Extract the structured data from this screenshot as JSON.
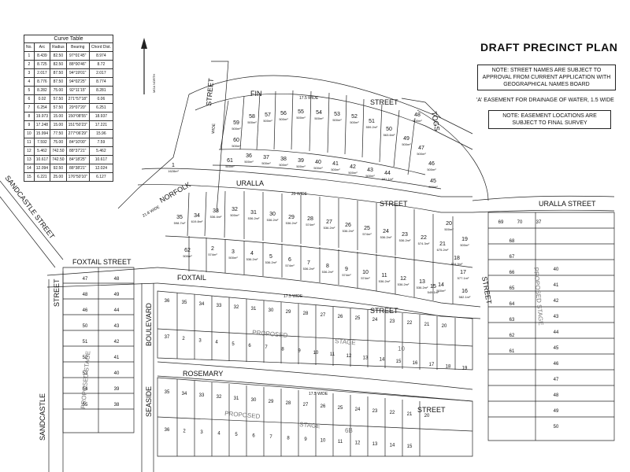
{
  "title": "DRAFT PRECINCT PLAN",
  "north": "MGA NORTH",
  "notes": {
    "street_names": "NOTE: STREET NAMES ARE SUBJECT TO APPROVAL FROM CURRENT APPLICATION WITH GEOGRAPHICAL NAMES BOARD",
    "easement": "'A'   EASEMENT FOR DRAINAGE OF WATER, 1.5 WIDE",
    "easement_locations": "NOTE: EASEMENT LOCATIONS ARE SUBJECT TO FINAL SURVEY"
  },
  "curve_table": {
    "title": "Curve Table",
    "headers": [
      "No.",
      "Arc",
      "Radius",
      "Bearing",
      "Chord Dist."
    ],
    "rows": [
      [
        "1",
        "8.439",
        "82.50",
        "97°01'45\"",
        "8.974"
      ],
      [
        "2",
        "8.725",
        "82.50",
        "88°00'46\"",
        "8.72"
      ],
      [
        "3",
        "2.017",
        "87.50",
        "94°19'01\"",
        "2.017"
      ],
      [
        "4",
        "8.776",
        "87.50",
        "94°02'25\"",
        "8.774"
      ],
      [
        "5",
        "8.282",
        "75.00",
        "92°11'15\"",
        "8.281"
      ],
      [
        "6",
        "0.02",
        "57.50",
        "271°57'18\"",
        "0.06"
      ],
      [
        "7",
        "6.254",
        "57.50",
        "29°07'20\"",
        "6.251"
      ],
      [
        "8",
        "19.973",
        "15.00",
        "150°08'55\"",
        "18.937"
      ],
      [
        "9",
        "17.248",
        "15.00",
        "151°50'23\"",
        "17.221"
      ],
      [
        "10",
        "15.994",
        "77.50",
        "277°06'29\"",
        "15.96"
      ],
      [
        "11",
        "7.592",
        "75.00",
        "84°10'00\"",
        "7.59"
      ],
      [
        "12",
        "5.462",
        "742.50",
        "88°37'21\"",
        "5.462"
      ],
      [
        "13",
        "10.617",
        "742.50",
        "84°18'25\"",
        "10.617"
      ],
      [
        "14",
        "12.094",
        "92.50",
        "88°38'21\"",
        "12.024"
      ],
      [
        "15",
        "6.221",
        "25.00",
        "176°50'10\"",
        "6.127"
      ]
    ]
  },
  "streets": {
    "fin": "FIN",
    "street": "STREET",
    "togs": "TOGS",
    "uralla": "URALLA",
    "uralla_street": "URALLA STREET",
    "norfolk": "NORFOLK",
    "foxtail": "FOXTAIL",
    "foxtail_street": "FOXTAIL STREET",
    "sandcastle_street": "SANDCASTLE STREET",
    "sandcastle": "SANDCASTLE",
    "seaside": "SEASIDE",
    "boulevard": "BOULEVARD",
    "rosemary": "ROSEMARY",
    "proposed_stage": "PROPOSED STAGE",
    "proposed": "PROPOSED",
    "stage": "STAGE",
    "stage_10": "10",
    "stage_6b": "6B",
    "wide_20": "20   WIDE",
    "wide_175": "17.5   WIDE",
    "wide_218": "21.8  WIDE",
    "wide": "WIDE"
  },
  "lots_top": [
    {
      "n": "59",
      "a": "500m²"
    },
    {
      "n": "58",
      "a": "500m²"
    },
    {
      "n": "57",
      "a": "500m²"
    },
    {
      "n": "56",
      "a": "500m²"
    },
    {
      "n": "55",
      "a": "500m²"
    },
    {
      "n": "54",
      "a": "500m²"
    },
    {
      "n": "53",
      "a": "500m²"
    },
    {
      "n": "52",
      "a": "500m²"
    },
    {
      "n": "51",
      "a": "559.2m²"
    },
    {
      "n": "50",
      "a": "563.6m²"
    },
    {
      "n": "49",
      "a": "500m²"
    },
    {
      "n": "48",
      "a": "500m²"
    }
  ],
  "lots_mid": [
    {
      "n": "61",
      "a": "500m²"
    },
    {
      "n": "36",
      "a": "500m²"
    },
    {
      "n": "37",
      "a": "500m²"
    },
    {
      "n": "38",
      "a": "500m²"
    },
    {
      "n": "39",
      "a": "500m²"
    },
    {
      "n": "40",
      "a": "500m²"
    },
    {
      "n": "41",
      "a": "500m²"
    },
    {
      "n": "42",
      "a": "500m²"
    },
    {
      "n": "43",
      "a": "500m²"
    },
    {
      "n": "44",
      "a": "681.1m²"
    },
    {
      "n": "47",
      "a": "500m²"
    },
    {
      "n": "46",
      "a": "500m²"
    },
    {
      "n": "45",
      "a": "500m²"
    }
  ],
  "lot_1": {
    "n": "1",
    "a": "1628m²"
  },
  "lots_row3": [
    {
      "n": "35",
      "a": "598.7m²"
    },
    {
      "n": "34",
      "a": "619.8m²"
    },
    {
      "n": "33",
      "a": "536.4m²"
    },
    {
      "n": "32",
      "a": "500m²"
    },
    {
      "n": "31",
      "a": "536.2m²"
    },
    {
      "n": "30",
      "a": "536.2m²"
    },
    {
      "n": "29",
      "a": "536.2m²"
    },
    {
      "n": "28",
      "a": "574m²"
    },
    {
      "n": "27",
      "a": "536.2m²"
    },
    {
      "n": "26",
      "a": "536.2m²"
    },
    {
      "n": "25",
      "a": "574m²"
    },
    {
      "n": "24",
      "a": "536.2m²"
    },
    {
      "n": "23",
      "a": "536.2m²"
    },
    {
      "n": "22",
      "a": "574.3m²"
    },
    {
      "n": "21",
      "a": "675.2m²"
    },
    {
      "n": "20",
      "a": "500m²"
    },
    {
      "n": "19",
      "a": "500m²"
    }
  ],
  "lots_row4": [
    {
      "n": "2",
      "a": "574m²"
    },
    {
      "n": "3",
      "a": "500m²"
    },
    {
      "n": "4",
      "a": "536.2m²"
    },
    {
      "n": "5",
      "a": "536.2m²"
    },
    {
      "n": "6",
      "a": "574m²"
    },
    {
      "n": "7",
      "a": "536.2m²"
    },
    {
      "n": "8",
      "a": "536.2m²"
    },
    {
      "n": "9",
      "a": "574m²"
    },
    {
      "n": "10",
      "a": "574m²"
    },
    {
      "n": "11",
      "a": "536.2m²"
    },
    {
      "n": "12",
      "a": "536.2m²"
    },
    {
      "n": "13",
      "a": "536.2m²"
    },
    {
      "n": "14",
      "a": "500m²"
    },
    {
      "n": "15",
      "a": "549.1m²"
    },
    {
      "n": "16",
      "a": "582.1m²"
    },
    {
      "n": "17",
      "a": "577.1m²"
    },
    {
      "n": "18",
      "a": "524.9m²"
    }
  ],
  "lot_62": {
    "n": "62",
    "a": "500m²"
  },
  "lot_60": {
    "n": "60",
    "a": "500m²"
  },
  "stage_row_a": [
    "36",
    "35",
    "34",
    "33",
    "32",
    "31",
    "30",
    "29",
    "28",
    "27",
    "26",
    "25",
    "24",
    "23",
    "22",
    "21",
    "20"
  ],
  "stage_row_b": [
    "37",
    "2",
    "3",
    "4",
    "5",
    "6",
    "7",
    "8",
    "9",
    "10",
    "11",
    "12",
    "13",
    "14",
    "15",
    "16",
    "17",
    "18",
    "19"
  ],
  "stage_row_c": [
    "35",
    "34",
    "33",
    "32",
    "31",
    "30",
    "29",
    "28",
    "27",
    "26",
    "25",
    "24",
    "23",
    "22",
    "21",
    "20"
  ],
  "stage_row_d": [
    "36",
    "2",
    "3",
    "4",
    "5",
    "6",
    "7",
    "8",
    "9",
    "10",
    "11",
    "12",
    "13",
    "14",
    "15"
  ],
  "left_block": [
    "47",
    "48",
    "48",
    "49",
    "46",
    "44",
    "50",
    "43",
    "51",
    "42",
    "52",
    "41",
    "53",
    "40",
    "54",
    "39",
    "55",
    "38"
  ],
  "right_block": [
    "69",
    "70",
    "37",
    "68",
    "67",
    "66",
    "65",
    "64",
    "63",
    "62",
    "61",
    "40",
    "41",
    "42",
    "43",
    "44",
    "45",
    "46",
    "47",
    "48",
    "49",
    "50"
  ]
}
